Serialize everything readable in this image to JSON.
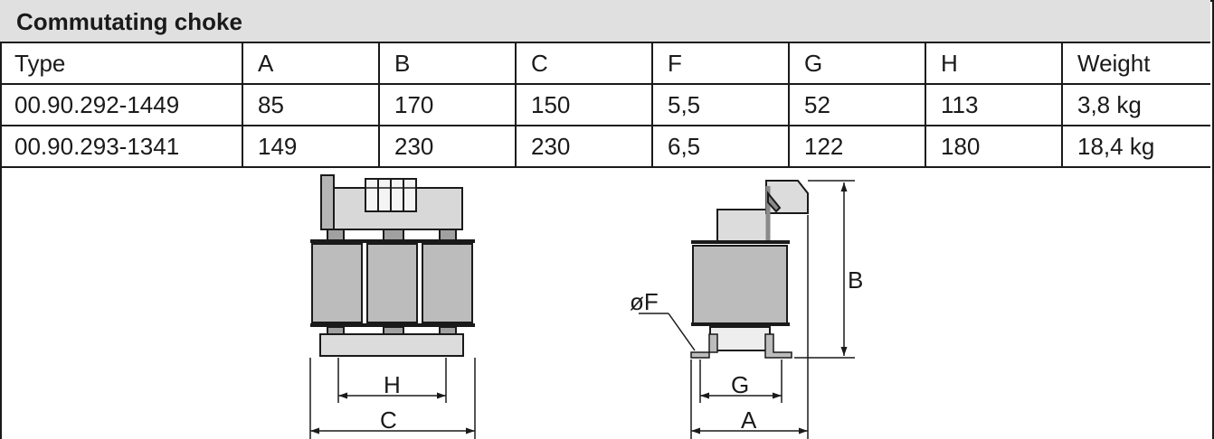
{
  "title": "Commutating choke",
  "table": {
    "headers": [
      "Type",
      "A",
      "B",
      "C",
      "F",
      "G",
      "H",
      "Weight"
    ],
    "rows": [
      [
        "00.90.292-1449",
        "85",
        "170",
        "150",
        "5,5",
        "52",
        "113",
        "3,8 kg"
      ],
      [
        "00.90.293-1341",
        "149",
        "230",
        "230",
        "6,5",
        "122",
        "180",
        "18,4 kg"
      ]
    ]
  },
  "drawing_labels": {
    "H": "H",
    "C": "C",
    "F": "øF",
    "G": "G",
    "A": "A",
    "B": "B"
  }
}
